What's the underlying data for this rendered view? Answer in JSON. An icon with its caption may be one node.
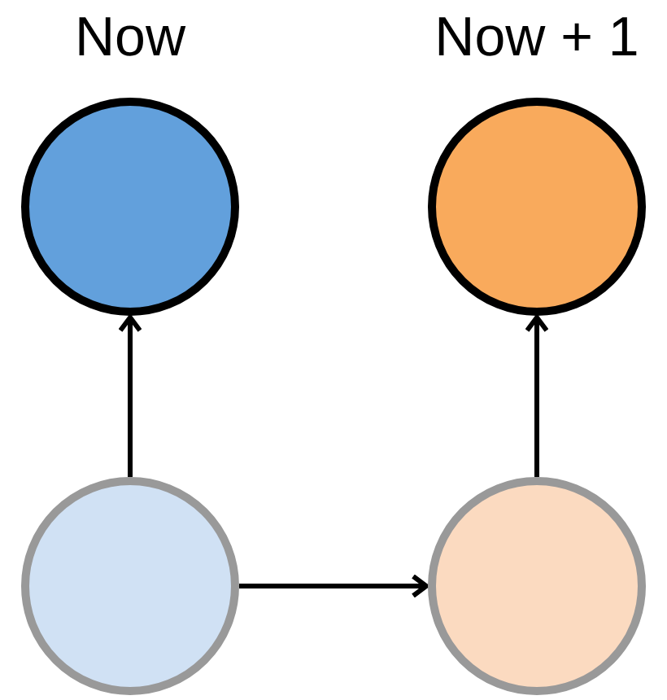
{
  "diagram": {
    "nodes": [
      {
        "text": [
          "Now"
        ]
      },
      {
        "text": [
          "Now + 1"
        ]
      },
      {
        "text": [],
        "shape": "circle"
      },
      {
        "text": [],
        "shape": "circle"
      }
    ],
    "edges": [
      {
        "from": 2,
        "to": 0,
        "arrow": "to"
      },
      {
        "from": 3,
        "to": 1,
        "arrow": "to"
      },
      {
        "from": 2,
        "to": 3,
        "arrow": "to"
      }
    ]
  }
}
